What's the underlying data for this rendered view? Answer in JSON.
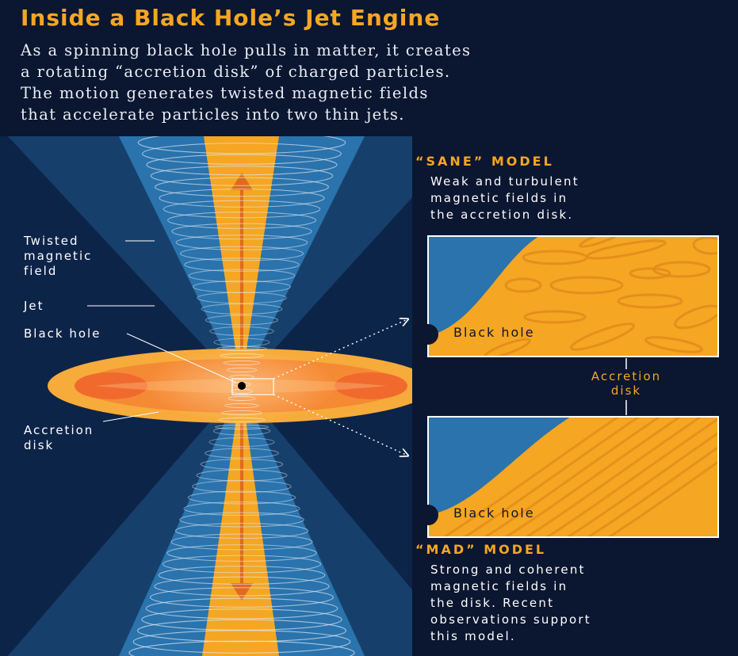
{
  "header": {
    "title": "Inside a Black Hole’s Jet Engine",
    "intro_lines": [
      "As a spinning black hole pulls in matter, it creates",
      "a rotating “accretion disk” of charged particles.",
      "The motion generates twisted magnetic fields",
      "that accelerate particles into two thin jets."
    ]
  },
  "main_labels": {
    "twisted_field": [
      "Twisted",
      "magnetic",
      "field"
    ],
    "jet": "Jet",
    "black_hole": "Black hole",
    "accretion_disk": [
      "Accretion",
      "disk"
    ]
  },
  "sane": {
    "heading": "“SANE” MODEL",
    "desc_lines": [
      "Weak and turbulent",
      "magnetic fields in",
      "the accretion disk."
    ],
    "panel_label": "Black hole"
  },
  "shared": {
    "accretion_label": [
      "Accretion",
      "disk"
    ]
  },
  "mad": {
    "heading": "“MAD” MODEL",
    "desc_lines": [
      "Strong and coherent",
      "magnetic fields in",
      "the disk. Recent",
      "observations support",
      "this model."
    ],
    "panel_label": "Black hole"
  },
  "colors": {
    "background": "#0b1630",
    "jet_orange": "#f5a623",
    "cone_outer": "#16406b",
    "cone_inner": "#2a73ad",
    "disk_outer": "#f7ab3a",
    "disk_inner": "#f06a2e"
  }
}
